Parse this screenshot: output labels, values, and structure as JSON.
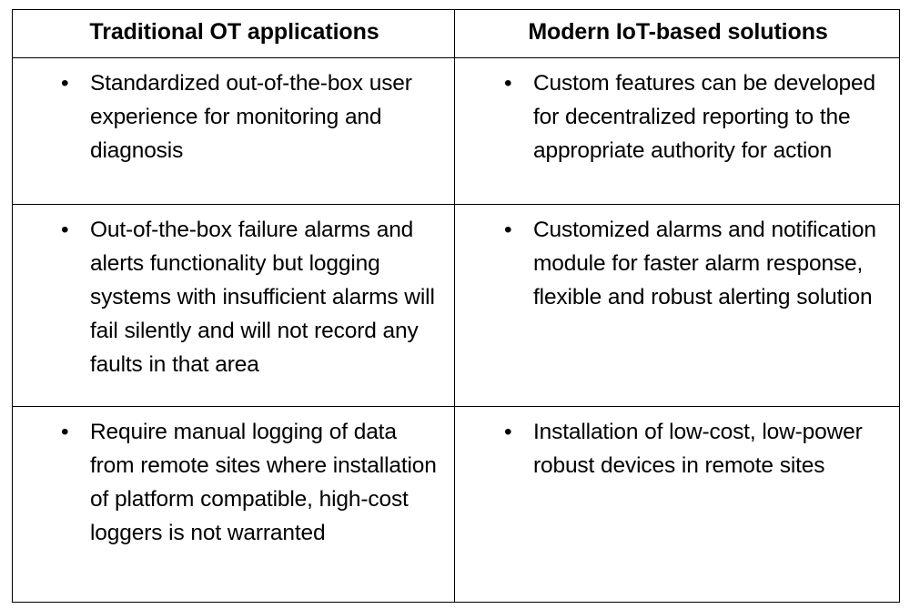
{
  "document": {
    "kind": "comparison-table",
    "colors": {
      "background": "#ffffff",
      "text": "#000000",
      "border": "#000000"
    }
  },
  "table": {
    "headers": [
      "Traditional OT applications",
      "Modern IoT-based solutions"
    ],
    "rows": [
      {
        "left": [
          "Standardized out-of-the-box user experience for monitoring and diagnosis"
        ],
        "right": [
          "Custom features can be developed for decentralized reporting to the appropriate authority for action"
        ]
      },
      {
        "left": [
          "Out-of-the-box failure alarms and alerts functionality but logging systems with insufficient alarms will fail silently and will not record any faults in that area"
        ],
        "right": [
          "Customized alarms and notification module for faster alarm response, flexible and robust alerting solution"
        ]
      },
      {
        "left": [
          "Require manual logging of data from remote sites where installation of platform compatible, high-cost loggers is not warranted"
        ],
        "right": [
          "Installation of low-cost, low-power robust devices in remote sites"
        ]
      }
    ],
    "bullet_glyph": "•"
  }
}
